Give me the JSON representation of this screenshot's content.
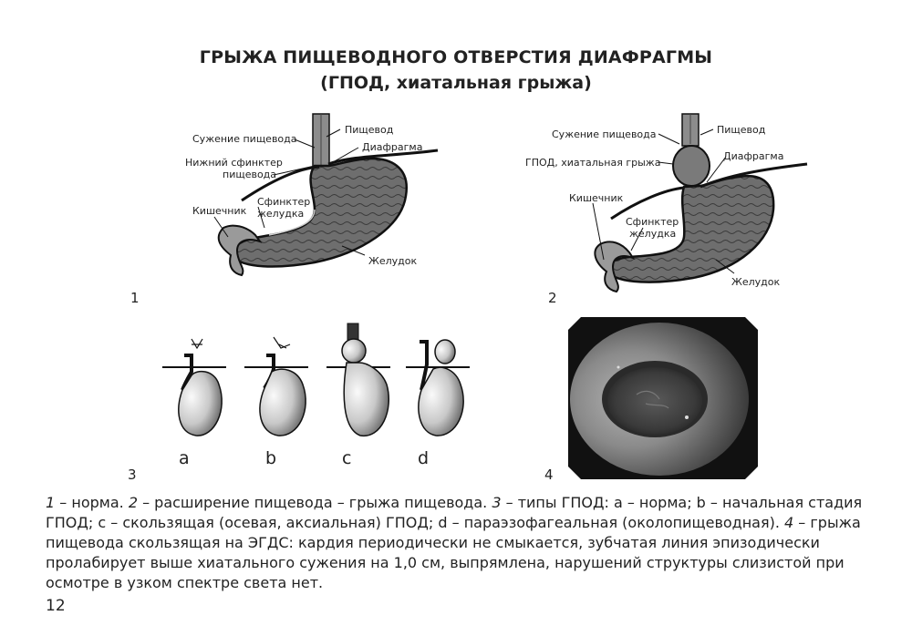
{
  "title": {
    "line1": "ГРЫЖА ПИЩЕВОДНОГО ОТВЕРСТИЯ ДИАФРАГМЫ",
    "line2": "(ГПОД, хиатальная грыжа)"
  },
  "figure1": {
    "number": "1",
    "labels": {
      "narrowing": "Сужение пищевода",
      "esophagus": "Пищевод",
      "diaphragm": "Диафрагма",
      "lower_sphincter_1": "Нижний сфинктер",
      "lower_sphincter_2": "пищевода",
      "gastric_sphincter_1": "Сфинктер",
      "gastric_sphincter_2": "желудка",
      "intestine": "Кишечник",
      "stomach": "Желудок"
    }
  },
  "figure2": {
    "number": "2",
    "labels": {
      "narrowing": "Сужение пищевода",
      "esophagus": "Пищевод",
      "diaphragm": "Диафрагма",
      "hernia": "ГПОД, хиатальная грыжа",
      "intestine": "Кишечник",
      "gastric_sphincter_1": "Сфинктер",
      "gastric_sphincter_2": "желудка",
      "stomach": "Желудок"
    }
  },
  "figure3": {
    "number": "3",
    "types": [
      "a",
      "b",
      "c",
      "d"
    ]
  },
  "figure4": {
    "number": "4"
  },
  "caption": {
    "n1": "1",
    "t1": " – норма. ",
    "n2": "2",
    "t2": " – расширение пищевода – грыжа пищевода. ",
    "n3": "3",
    "t3": " – типы ГПОД: a – норма; b – начальная стадия ГПОД; c – скользящая (осевая, аксиальная) ГПОД; d – параэзофагеальная (околопищеводная). ",
    "n4": "4",
    "t4": " – грыжа пищевода скользящая на ЭГДС: кардия периодически не смыкается, зубчатая линия эпизодически пролабирует выше хиатального сужения на 1,0 см, выпрямлена, нарушений структуры слизистой при осмотре в узком спектре света нет."
  },
  "page_number": "12"
}
